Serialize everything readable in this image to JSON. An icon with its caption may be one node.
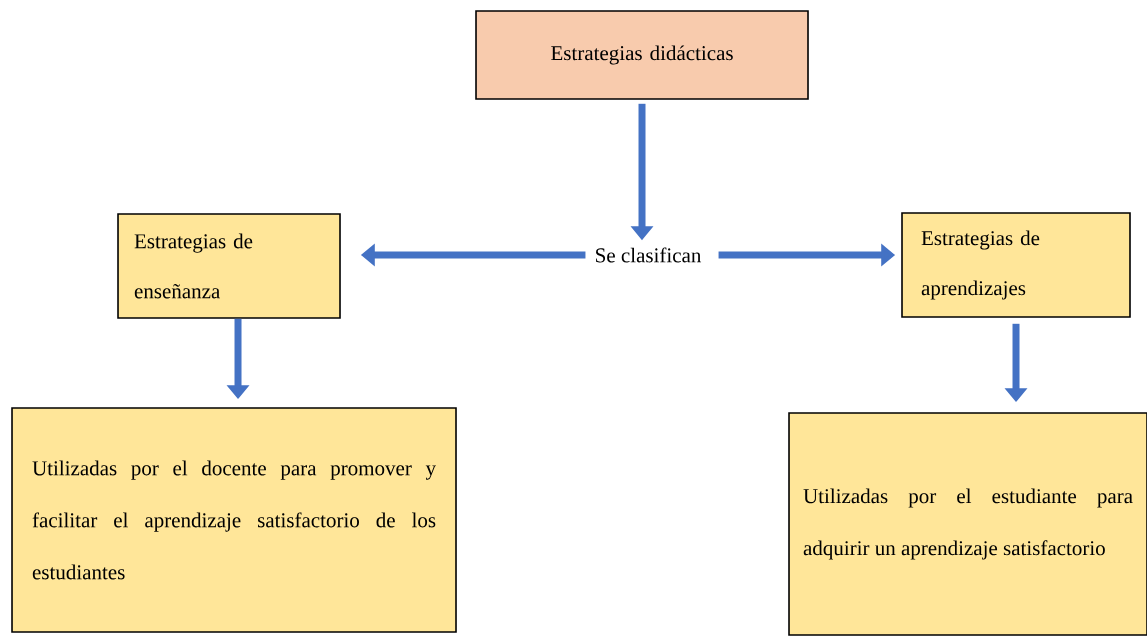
{
  "diagram": {
    "nodes": [
      {
        "text": [
          "Estrategias didácticas"
        ]
      },
      {
        "text": [
          "Se clasifican"
        ]
      },
      {
        "text": [
          "Estrategias de enseñanza"
        ]
      },
      {
        "text": [
          "Estrategias de aprendizajes"
        ]
      },
      {
        "text": [
          "Utilizadas por el docente para promover y facilitar el aprendizaje satisfactorio de los estudiantes"
        ]
      },
      {
        "text": [
          "Utilizadas por el estudiante para adquirir un aprendizaje satisfactorio"
        ]
      }
    ],
    "edges": [
      {
        "from": 0,
        "to": 1,
        "arrow": "to"
      },
      {
        "from": 1,
        "to": 2,
        "arrow": "to"
      },
      {
        "from": 1,
        "to": 3,
        "arrow": "to"
      },
      {
        "from": 2,
        "to": 4,
        "arrow": "to"
      },
      {
        "from": 3,
        "to": 5,
        "arrow": "to"
      }
    ]
  }
}
